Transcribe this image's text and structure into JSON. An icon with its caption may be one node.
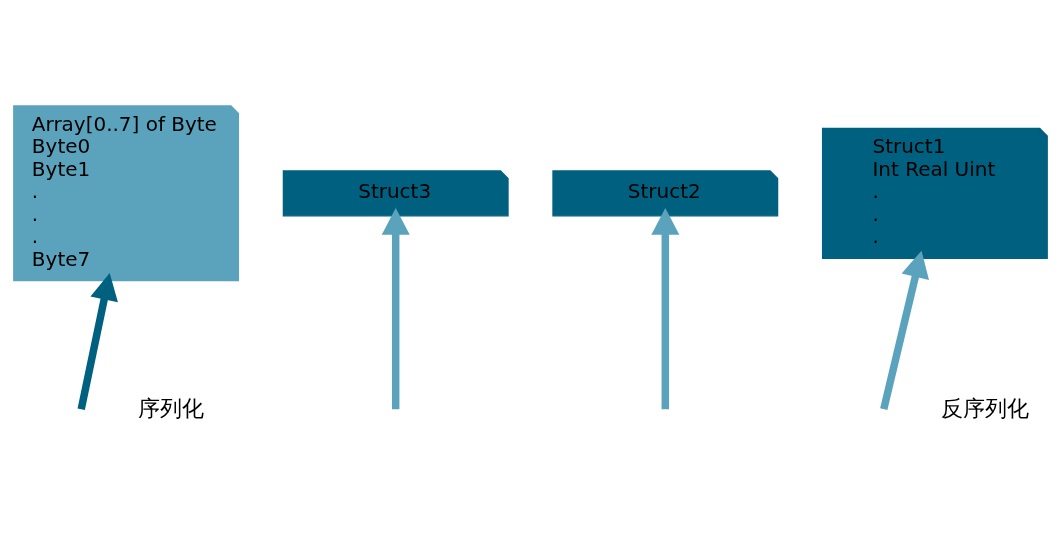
{
  "diagram": {
    "nodes": [
      {
        "text": [
          "Array[0..7] of Byte",
          "Byte0",
          "Byte1",
          ".",
          ".",
          ".",
          "Byte7"
        ]
      },
      {
        "text": [
          "Struct3"
        ]
      },
      {
        "text": [
          "Struct2"
        ]
      },
      {
        "text": [
          "Struct1",
          "Int Real Uint",
          ".",
          ".",
          "."
        ]
      }
    ],
    "edges": [
      {
        "from": null,
        "to": 0,
        "arrow": "to",
        "color": "#00607f"
      },
      {
        "from": null,
        "to": 3,
        "arrow": "to"
      },
      {
        "from": null,
        "to": 2,
        "arrow": "to"
      },
      {
        "from": null,
        "to": 1,
        "arrow": "to"
      }
    ],
    "labels": [
      "序列化",
      "反序列化"
    ]
  }
}
